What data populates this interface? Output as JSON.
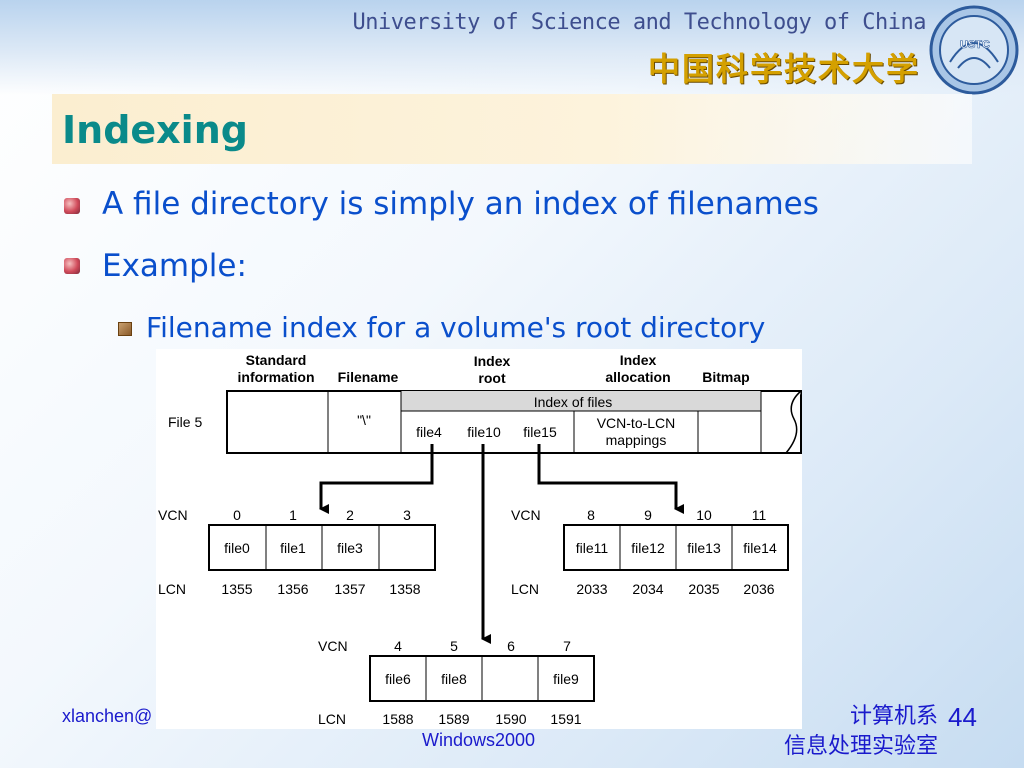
{
  "header": {
    "university_en": "University of Science and Technology of China",
    "university_cn": "中国科学技术大学",
    "logo_text": "USTC"
  },
  "slide": {
    "title": "Indexing",
    "bullets": [
      {
        "text": "A file directory is simply an index of filenames"
      },
      {
        "text": "Example:"
      }
    ],
    "sub_bullets": [
      {
        "text": "Filename index for a volume's root directory"
      }
    ]
  },
  "diagram": {
    "header_labels": {
      "standard_info_1": "Standard",
      "standard_info_2": "information",
      "filename": "Filename",
      "index_root_1": "Index",
      "index_root_2": "root",
      "index_alloc_1": "Index",
      "index_alloc_2": "allocation",
      "bitmap": "Bitmap"
    },
    "file5_label": "File 5",
    "filename_value": "\"\\\"",
    "index_of_files": "Index of files",
    "root_files": [
      "file4",
      "file10",
      "file15"
    ],
    "vcn_lcn_1": "VCN-to-LCN",
    "vcn_lcn_2": "mappings",
    "vcn_label": "VCN",
    "lcn_label": "LCN",
    "run_a": {
      "vcn": [
        "0",
        "1",
        "2",
        "3"
      ],
      "files": [
        "file0",
        "file1",
        "file3",
        ""
      ],
      "lcn": [
        "1355",
        "1356",
        "1357",
        "1358"
      ]
    },
    "run_b": {
      "vcn": [
        "8",
        "9",
        "10",
        "11"
      ],
      "files": [
        "file11",
        "file12",
        "file13",
        "file14"
      ],
      "lcn": [
        "2033",
        "2034",
        "2035",
        "2036"
      ]
    },
    "run_c": {
      "vcn": [
        "4",
        "5",
        "6",
        "7"
      ],
      "files": [
        "file6",
        "file8",
        "",
        "file9"
      ],
      "lcn": [
        "1588",
        "1589",
        "1590",
        "1591"
      ]
    }
  },
  "footer": {
    "author": "xlanchen@",
    "course": "Windows2000",
    "dept_line1": "计算机系",
    "dept_line2": "信息处理实验室",
    "page": "44"
  }
}
